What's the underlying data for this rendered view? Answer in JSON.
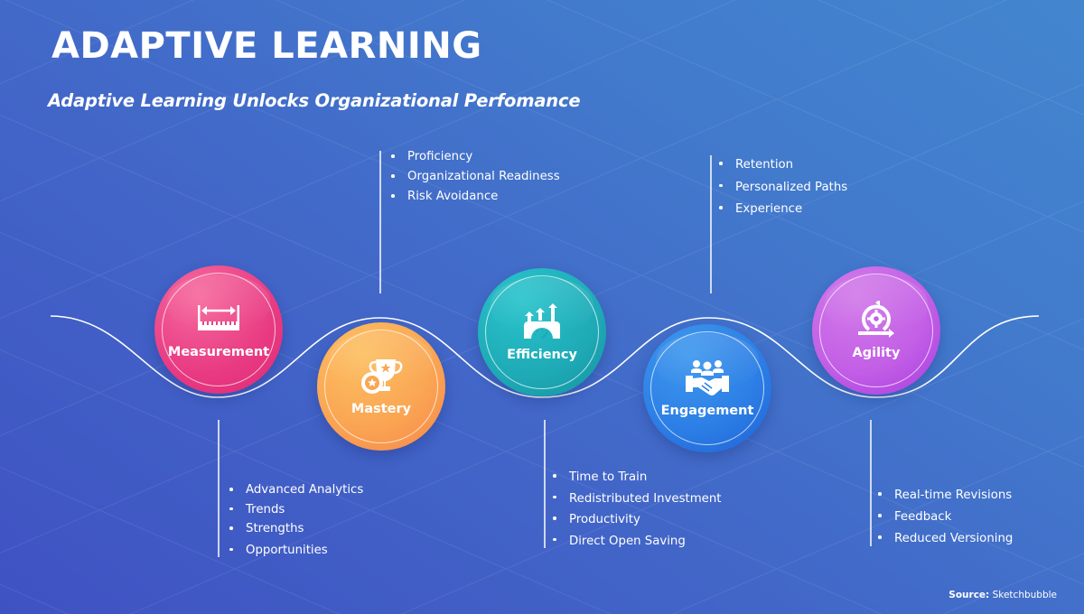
{
  "header": {
    "title": "ADAPTIVE LEARNING",
    "subtitle": "Adaptive Learning Unlocks Organizational Perfomance"
  },
  "colors": {
    "background_start": "#3f52c2",
    "background_end": "#4386ce",
    "measurement": "#e83a82",
    "mastery": "#faa653",
    "efficiency": "#1eaab6",
    "engagement": "#2b7de5",
    "agility": "#c360e6"
  },
  "stages": [
    {
      "label": "Measurement",
      "icon": "ruler-measure-icon",
      "points": [
        "Advanced Analytics",
        "Trends",
        "Strengths",
        "Opportunities"
      ]
    },
    {
      "label": "Mastery",
      "icon": "trophy-medal-icon",
      "points": [
        "Proficiency",
        "Organizational Readiness",
        "Risk Avoidance"
      ]
    },
    {
      "label": "Efficiency",
      "icon": "speedometer-arrows-icon",
      "points": [
        "Time to Train",
        "Redistributed Investment",
        "Productivity",
        "Direct Open Saving"
      ]
    },
    {
      "label": "Engagement",
      "icon": "team-handshake-icon",
      "points": [
        "Retention",
        "Personalized Paths",
        "Experience"
      ]
    },
    {
      "label": "Agility",
      "icon": "agile-cycle-gear-icon",
      "points": [
        "Real-time Revisions",
        "Feedback",
        "Reduced Versioning"
      ]
    }
  ],
  "footer": {
    "source_label": "Source:",
    "source_value": "Sketchbubble"
  }
}
